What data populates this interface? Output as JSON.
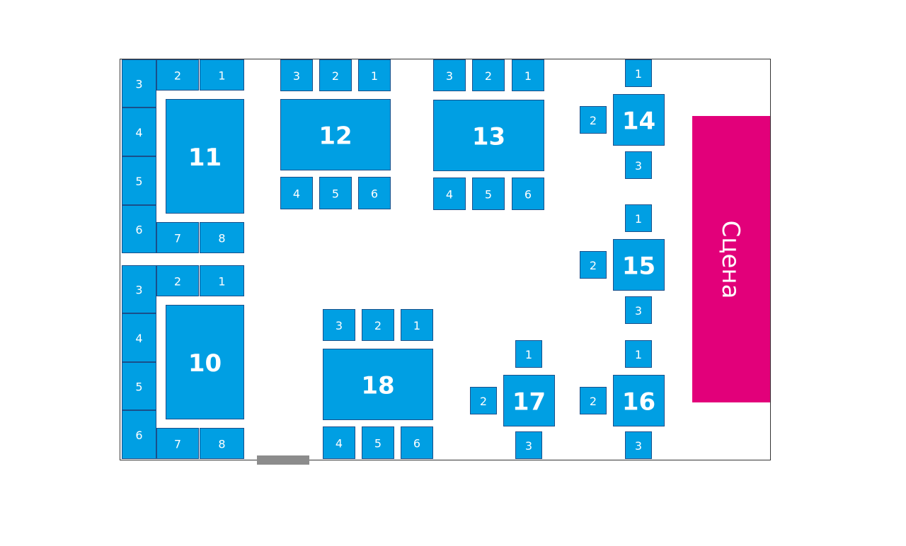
{
  "colors": {
    "seat": "#009fe3",
    "seat_stroke": "#1a4f8a",
    "stage": "#e2007a",
    "door": "#8c8c8c",
    "outline": "#333333",
    "text": "#ffffff"
  },
  "stage": {
    "label": "Сцена"
  },
  "tables": [
    {
      "id": "10",
      "label": "10",
      "seats": [
        "1",
        "2",
        "3",
        "4",
        "5",
        "6",
        "7",
        "8"
      ]
    },
    {
      "id": "11",
      "label": "11",
      "seats": [
        "1",
        "2",
        "3",
        "4",
        "5",
        "6",
        "7",
        "8"
      ]
    },
    {
      "id": "12",
      "label": "12",
      "seats": [
        "1",
        "2",
        "3",
        "4",
        "5",
        "6"
      ]
    },
    {
      "id": "13",
      "label": "13",
      "seats": [
        "1",
        "2",
        "3",
        "4",
        "5",
        "6"
      ]
    },
    {
      "id": "14",
      "label": "14",
      "seats": [
        "1",
        "2",
        "3"
      ]
    },
    {
      "id": "15",
      "label": "15",
      "seats": [
        "1",
        "2",
        "3"
      ]
    },
    {
      "id": "16",
      "label": "16",
      "seats": [
        "1",
        "2",
        "3"
      ]
    },
    {
      "id": "17",
      "label": "17",
      "seats": [
        "1",
        "2",
        "3"
      ]
    },
    {
      "id": "18",
      "label": "18",
      "seats": [
        "1",
        "2",
        "3",
        "4",
        "5",
        "6"
      ]
    }
  ]
}
